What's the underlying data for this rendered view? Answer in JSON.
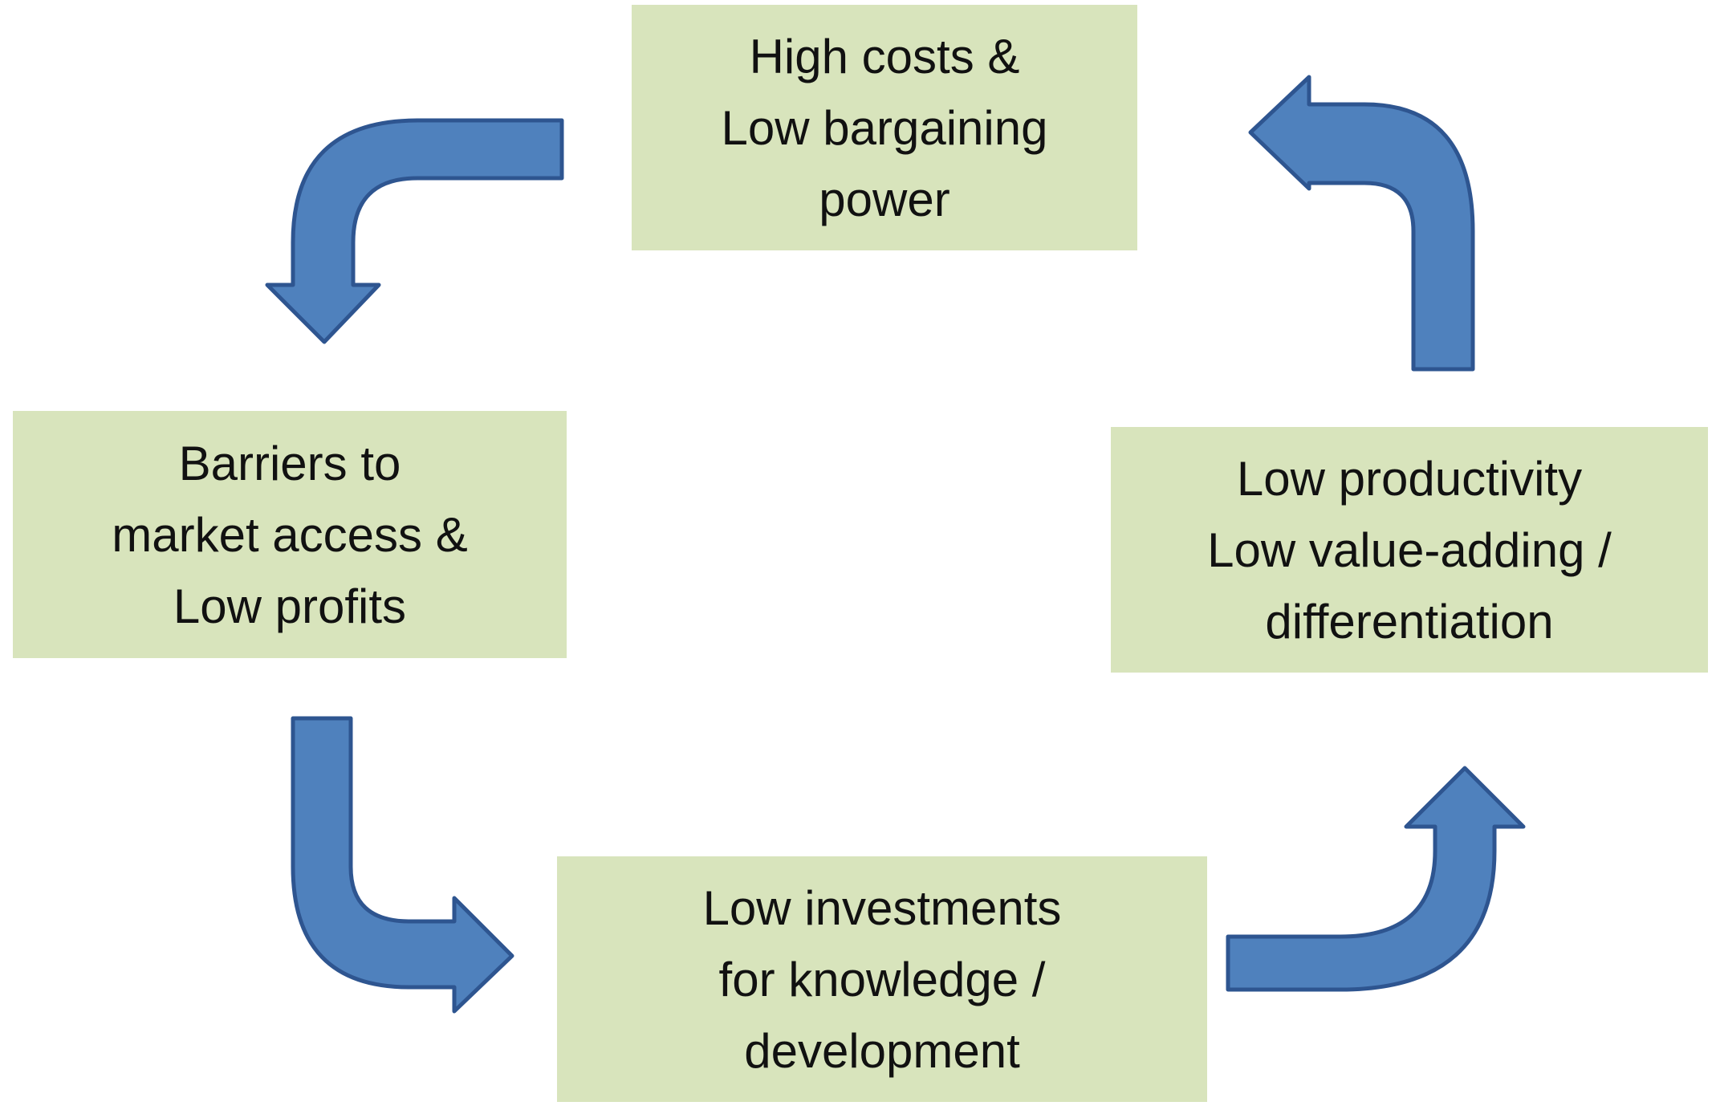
{
  "diagram": {
    "nodes": [
      {
        "id": "top",
        "lines": [
          "High costs &",
          "Low bargaining",
          "power"
        ]
      },
      {
        "id": "left",
        "lines": [
          "Barriers to",
          "market access &",
          "Low profits"
        ]
      },
      {
        "id": "bottom",
        "lines": [
          "Low investments",
          "for knowledge /",
          "development"
        ]
      },
      {
        "id": "right",
        "lines": [
          "Low productivity",
          "Low value-adding /",
          "differentiation"
        ]
      }
    ],
    "edges": [
      {
        "from": "top",
        "to": "left"
      },
      {
        "from": "left",
        "to": "bottom"
      },
      {
        "from": "bottom",
        "to": "right"
      },
      {
        "from": "right",
        "to": "top"
      }
    ],
    "colors": {
      "box_fill": "#d8e4bc",
      "arrow_fill": "#4f81bd",
      "arrow_stroke": "#2e5590",
      "text": "#111111"
    }
  }
}
